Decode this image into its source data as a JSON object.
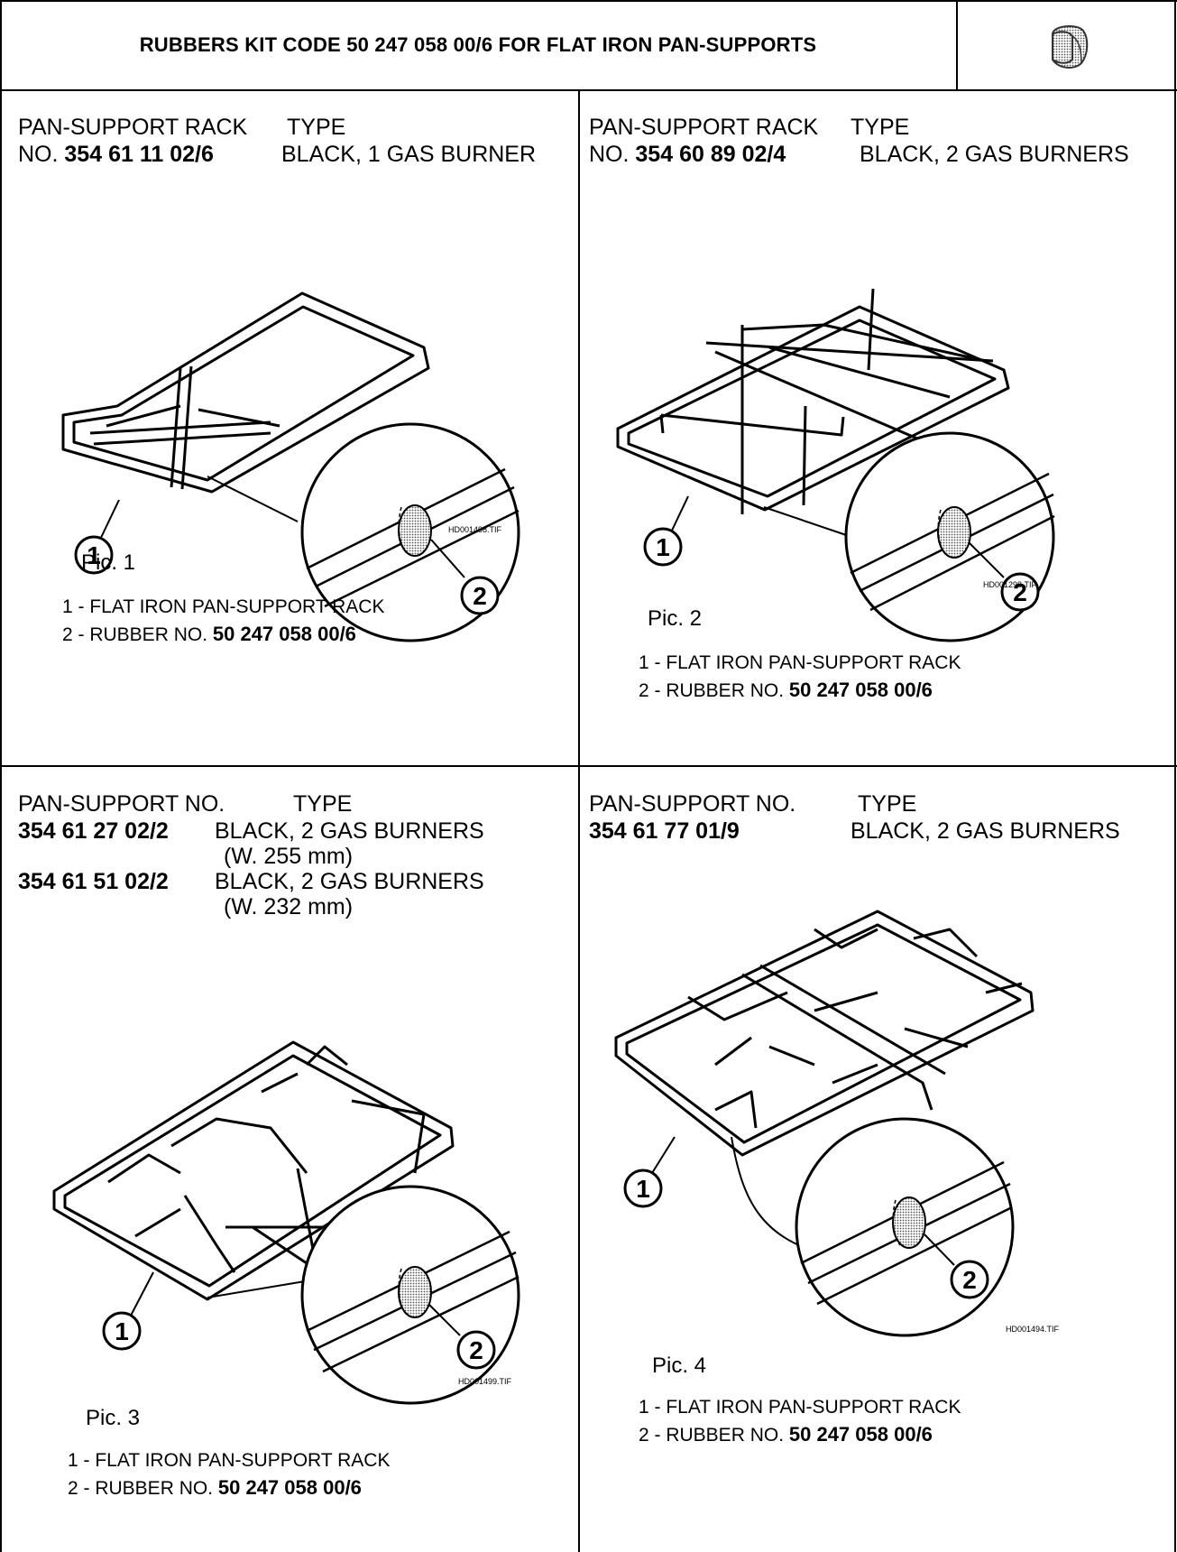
{
  "header": {
    "title": "RUBBERS KIT CODE 50 247 058 00/6 FOR FLAT IRON PAN-SUPPORTS",
    "icon": "rubber-icon"
  },
  "cells": [
    {
      "head1_left": "PAN-SUPPORT RACK",
      "head1_right": "TYPE",
      "head2_prefix": "NO. ",
      "head2_code": "354 61 11 02/6",
      "head2_type": "BLACK, 1 GAS BURNER",
      "figure_file": "HD001498.TIF",
      "callout_1": "1",
      "callout_2": "2",
      "caption": "Pic. 1",
      "legend_1": "1 - FLAT IRON PAN-SUPPORT RACK",
      "legend_2_prefix": "2 - RUBBER NO. ",
      "legend_2_code": "50 247 058 00/6"
    },
    {
      "head1_left": "PAN-SUPPORT RACK",
      "head1_right": "TYPE",
      "head2_prefix": "NO. ",
      "head2_code": "354 60 89 02/4",
      "head2_type": "BLACK, 2 GAS BURNERS",
      "figure_file": "HD001298.TIF",
      "callout_1": "1",
      "callout_2": "2",
      "caption": "Pic. 2",
      "legend_1": "1 - FLAT IRON PAN-SUPPORT RACK",
      "legend_2_prefix": "2 - RUBBER NO. ",
      "legend_2_code": "50 247 058 00/6"
    },
    {
      "head1_left": "PAN-SUPPORT NO.",
      "head1_right": "TYPE",
      "row_a_code": "354 61 27 02/2",
      "row_a_type": "BLACK, 2 GAS BURNERS",
      "row_a_width": "(W. 255 mm)",
      "row_b_code": "354 61 51 02/2",
      "row_b_type": "BLACK, 2 GAS BURNERS",
      "row_b_width": "(W. 232 mm)",
      "figure_file": "HD001499.TIF",
      "callout_1": "1",
      "callout_2": "2",
      "caption": "Pic. 3",
      "legend_1": "1 - FLAT IRON PAN-SUPPORT RACK",
      "legend_2_prefix": "2 - RUBBER NO. ",
      "legend_2_code": "50 247 058 00/6"
    },
    {
      "head1_left": "PAN-SUPPORT NO.",
      "head1_right": "TYPE",
      "head2_code": "354 61 77 01/9",
      "head2_type": "BLACK, 2 GAS BURNERS",
      "figure_file": "HD001494.TIF",
      "callout_1": "1",
      "callout_2": "2",
      "caption": "Pic. 4",
      "legend_1": "1 - FLAT IRON PAN-SUPPORT RACK",
      "legend_2_prefix": "2 - RUBBER NO. ",
      "legend_2_code": "50 247 058 00/6"
    }
  ]
}
